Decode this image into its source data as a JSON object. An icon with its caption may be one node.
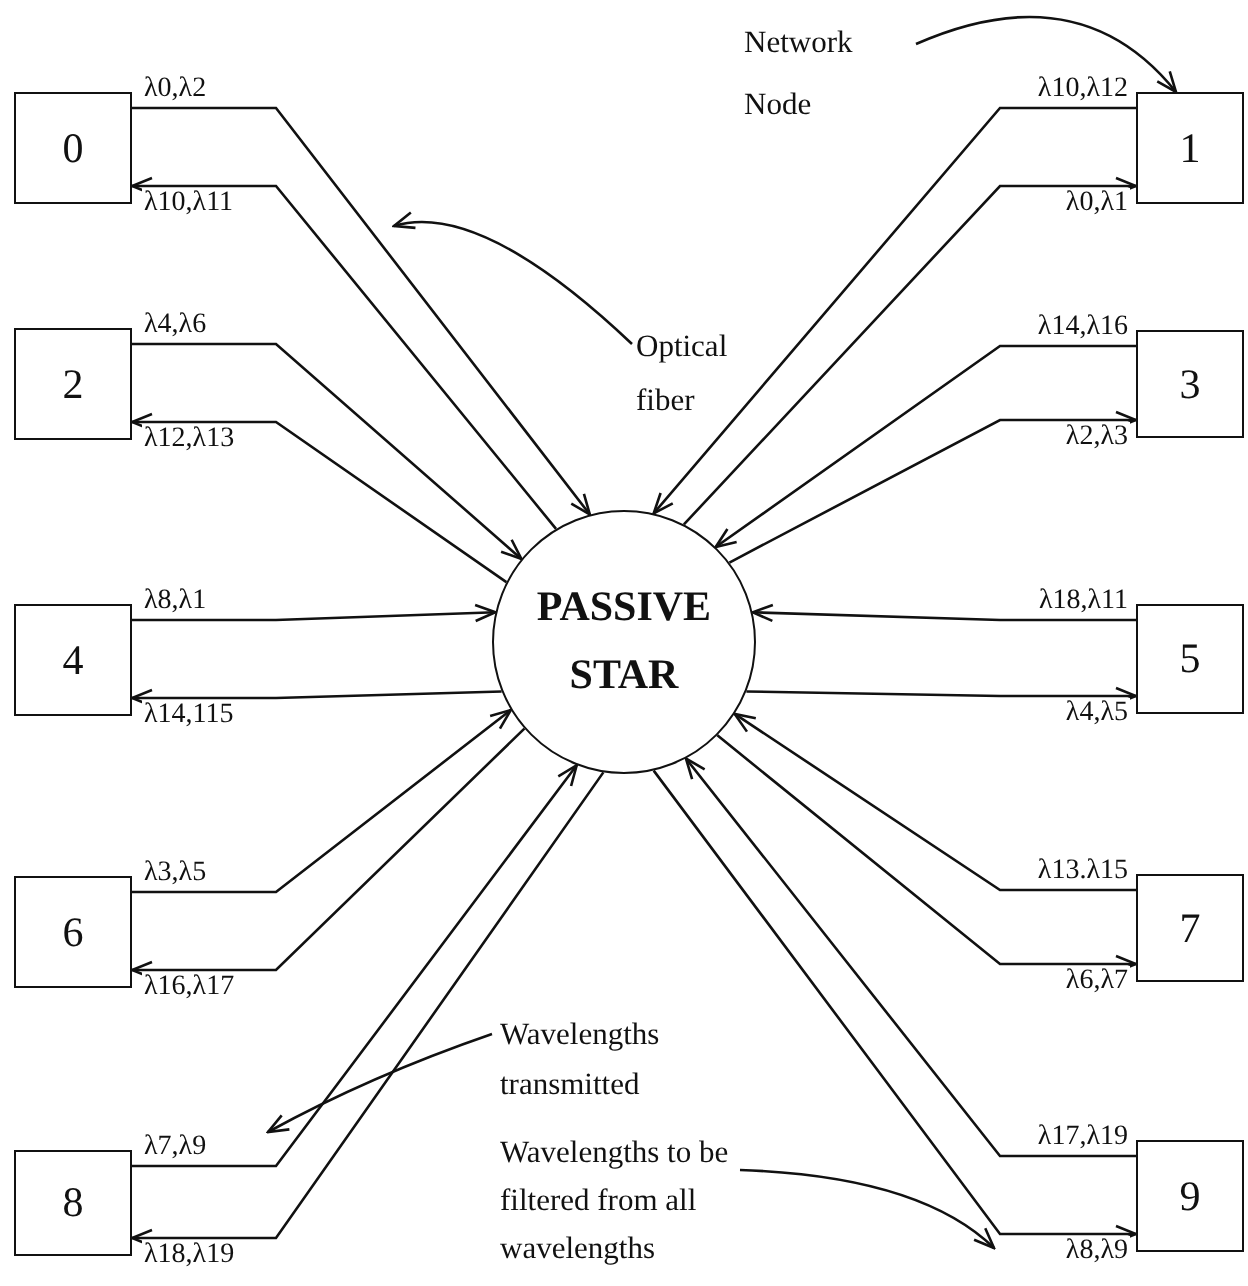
{
  "diagram": {
    "nodes": [
      {
        "text": [
          "0"
        ]
      },
      {
        "text": [
          "1"
        ]
      },
      {
        "text": [
          "2"
        ]
      },
      {
        "text": [
          "3"
        ]
      },
      {
        "text": [
          "4"
        ]
      },
      {
        "text": [
          "5"
        ]
      },
      {
        "text": [
          "6"
        ]
      },
      {
        "text": [
          "7"
        ]
      },
      {
        "text": [
          "8"
        ]
      },
      {
        "text": [
          "9"
        ]
      },
      {
        "text": [
          "PASSIVE STAR"
        ]
      },
      {
        "text": [
          "Network Node"
        ]
      },
      {
        "text": [
          "Optical fiber"
        ]
      },
      {
        "text": [
          "Wavelengths transmitted"
        ]
      },
      {
        "text": [
          "Wavelengths to be filtered from all wavelengths"
        ]
      }
    ],
    "edges": [
      {
        "from": 0,
        "to": 10,
        "arrow": "to",
        "label": "λ0,λ2"
      },
      {
        "from": 10,
        "to": 0,
        "arrow": "to",
        "label": "λ10,λ11"
      },
      {
        "from": 1,
        "to": 10,
        "arrow": "to",
        "label": "λ10,λ12"
      },
      {
        "from": 10,
        "to": 1,
        "arrow": "to",
        "label": "λ0,λ1"
      },
      {
        "from": 2,
        "to": 10,
        "arrow": "to",
        "label": "λ4,λ6"
      },
      {
        "from": 10,
        "to": 2,
        "arrow": "to",
        "label": "λ12,λ13"
      },
      {
        "from": 3,
        "to": 10,
        "arrow": "to",
        "label": "λ14,λ16"
      },
      {
        "from": 10,
        "to": 3,
        "arrow": "to",
        "label": "λ2,λ3"
      },
      {
        "from": 4,
        "to": 10,
        "arrow": "to",
        "label": "λ8,λ1"
      },
      {
        "from": 10,
        "to": 4,
        "arrow": "to",
        "label": "λ14,115"
      },
      {
        "from": 5,
        "to": 10,
        "arrow": "to",
        "label": "λ18,λ11"
      },
      {
        "from": 10,
        "to": 5,
        "arrow": "to",
        "label": "λ4,λ5"
      },
      {
        "from": 6,
        "to": 10,
        "arrow": "to",
        "label": "λ3,λ5"
      },
      {
        "from": 10,
        "to": 6,
        "arrow": "to",
        "label": "λ16,λ17"
      },
      {
        "from": 7,
        "to": 10,
        "arrow": "to",
        "label": "λ13.λ15"
      },
      {
        "from": 10,
        "to": 7,
        "arrow": "to",
        "label": "λ6,λ7"
      },
      {
        "from": 8,
        "to": 10,
        "arrow": "to",
        "label": "λ7,λ9"
      },
      {
        "from": 10,
        "to": 8,
        "arrow": "to",
        "label": "λ18,λ19"
      },
      {
        "from": 9,
        "to": 10,
        "arrow": "to",
        "label": "λ17,λ19"
      },
      {
        "from": 10,
        "to": 9,
        "arrow": "to",
        "label": "λ8,λ9"
      },
      {
        "from": 11,
        "to": 1,
        "arrow": "to"
      },
      {
        "from": 12,
        "to": null,
        "arrow": "to"
      },
      {
        "from": 13,
        "to": null,
        "arrow": "to"
      },
      {
        "from": 14,
        "to": null,
        "arrow": "to"
      }
    ]
  }
}
